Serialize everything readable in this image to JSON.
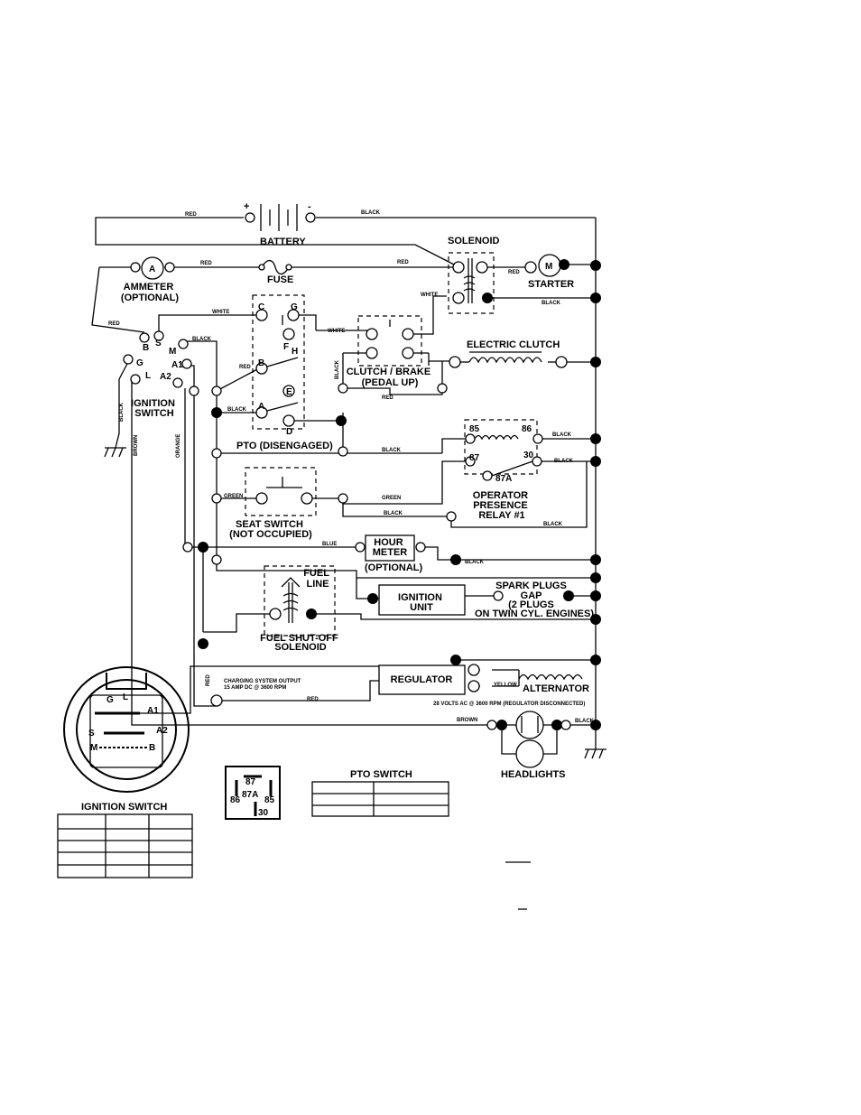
{
  "components": {
    "battery": "BATTERY",
    "battery_pos": "+",
    "battery_neg": "-",
    "solenoid": "SOLENOID",
    "ammeter": [
      "AMMETER",
      "(OPTIONAL)"
    ],
    "ammeter_symbol": "A",
    "fuse": "FUSE",
    "starter": "STARTER",
    "starter_symbol": "M",
    "electric_clutch": "ELECTRIC CLUTCH",
    "clutch_brake": [
      "CLUTCH / BRAKE",
      "(PEDAL UP)"
    ],
    "ignition_switch": [
      "IGNITION",
      "SWITCH"
    ],
    "pto": "PTO (DISENGAGED)",
    "relay": [
      "OPERATOR",
      "PRESENCE",
      "RELAY #1"
    ],
    "seat_switch": [
      "SEAT SWITCH",
      "(NOT OCCUPIED)"
    ],
    "hour_meter": [
      "HOUR",
      "METER"
    ],
    "hour_meter_note": "(OPTIONAL)",
    "ignition_unit": [
      "IGNITION",
      "UNIT"
    ],
    "spark_plugs": [
      "SPARK PLUGS",
      "GAP",
      "(2 PLUGS",
      "ON TWIN CYL. ENGINES)"
    ],
    "fuel_line": [
      "FUEL",
      "LINE"
    ],
    "fuel_solenoid": [
      "FUEL SHUT-OFF",
      "SOLENOID"
    ],
    "charging": [
      "CHARGING SYSTEM OUTPUT",
      "15 AMP DC @ 3600 RPM"
    ],
    "regulator": "REGULATOR",
    "alternator": "ALTERNATOR",
    "alternator_note": "28 VOLTS AC @ 3600 RPM (REGULATOR DISCONNECTED)",
    "headlights": "HEADLIGHTS"
  },
  "wires": {
    "red": "RED",
    "black": "BLACK",
    "white": "WHITE",
    "green": "GREEN",
    "blue": "BLUE",
    "brown": "BROWN",
    "orange": "ORANGE",
    "yellow": "YELLOW"
  },
  "terminals": {
    "ignition": [
      "B",
      "S",
      "M",
      "G",
      "L",
      "A1",
      "A2"
    ],
    "pto": [
      "C",
      "G",
      "F",
      "H",
      "B",
      "E",
      "A",
      "D"
    ],
    "relay": [
      "85",
      "86",
      "87",
      "30",
      "87A"
    ]
  },
  "legend": {
    "ignition_switch_title": "IGNITION SWITCH",
    "ignition_face": [
      "G",
      "L",
      "A1",
      "S",
      "A2",
      "M",
      "B"
    ],
    "relay_pins": [
      "87",
      "86",
      "87A",
      "85",
      "30"
    ],
    "pto_switch_title": "PTO SWITCH"
  }
}
